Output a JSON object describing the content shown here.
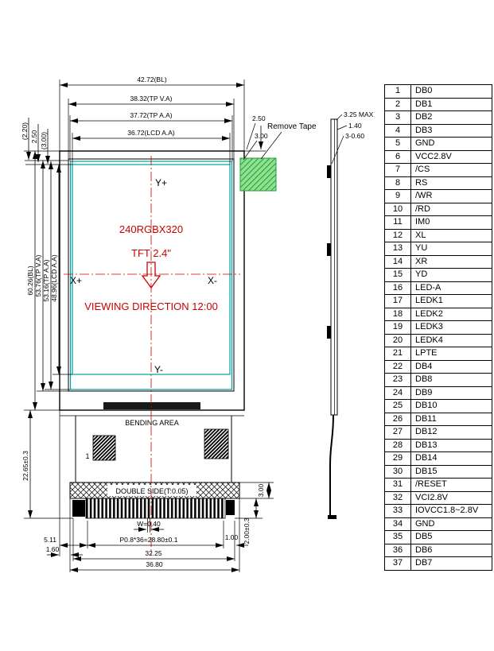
{
  "pin_table": {
    "rows": [
      {
        "pin": "1",
        "name": "DB0"
      },
      {
        "pin": "2",
        "name": "DB1"
      },
      {
        "pin": "3",
        "name": "DB2"
      },
      {
        "pin": "4",
        "name": "DB3"
      },
      {
        "pin": "5",
        "name": "GND"
      },
      {
        "pin": "6",
        "name": "VCC2.8V"
      },
      {
        "pin": "7",
        "name": "/CS"
      },
      {
        "pin": "8",
        "name": "RS"
      },
      {
        "pin": "9",
        "name": "/WR"
      },
      {
        "pin": "10",
        "name": "/RD"
      },
      {
        "pin": "11",
        "name": "IM0"
      },
      {
        "pin": "12",
        "name": "XL"
      },
      {
        "pin": "13",
        "name": "YU"
      },
      {
        "pin": "14",
        "name": "XR"
      },
      {
        "pin": "15",
        "name": "YD"
      },
      {
        "pin": "16",
        "name": "LED-A"
      },
      {
        "pin": "17",
        "name": "LEDK1"
      },
      {
        "pin": "18",
        "name": "LEDK2"
      },
      {
        "pin": "19",
        "name": "LEDK3"
      },
      {
        "pin": "20",
        "name": "LEDK4"
      },
      {
        "pin": "21",
        "name": "LPTE"
      },
      {
        "pin": "22",
        "name": "DB4"
      },
      {
        "pin": "23",
        "name": "DB8"
      },
      {
        "pin": "24",
        "name": "DB9"
      },
      {
        "pin": "25",
        "name": "DB10"
      },
      {
        "pin": "26",
        "name": "DB11"
      },
      {
        "pin": "27",
        "name": "DB12"
      },
      {
        "pin": "28",
        "name": "DB13"
      },
      {
        "pin": "29",
        "name": "DB14"
      },
      {
        "pin": "30",
        "name": "DB15"
      },
      {
        "pin": "31",
        "name": "/RESET"
      },
      {
        "pin": "32",
        "name": "VCI2.8V"
      },
      {
        "pin": "33",
        "name": "IOVCC1.8~2.8V"
      },
      {
        "pin": "34",
        "name": "GND"
      },
      {
        "pin": "35",
        "name": "DB5"
      },
      {
        "pin": "36",
        "name": "DB6"
      },
      {
        "pin": "37",
        "name": "DB7"
      }
    ]
  },
  "drawing": {
    "top_dims": [
      "42.72(BL)",
      "38.32(TP V.A)",
      "37.72(TP A.A)",
      "36.72(LCD A.A)"
    ],
    "left_gap_dims": [
      "(2.20)",
      "2.50",
      "(3.00)"
    ],
    "left_vert_dims": [
      "60.26(BL)",
      "53.76(TP V.A)",
      "53.16(TP A.A)",
      "48.96(LCD A.A)"
    ],
    "tail_dim": "22.65±0.3",
    "right_top_dims": [
      "2.50",
      "3.00"
    ],
    "remove_tape_label": "Remove Tape",
    "axes": {
      "y_plus": "Y+",
      "y_minus": "Y-",
      "x_plus": "X+",
      "x_minus": "X-"
    },
    "red_text": {
      "line1": "240RGBX320",
      "line2": "TFT 2.4\"",
      "line3": "VIEWING DIRECTION 12:00"
    },
    "bending_area": "BENDING AREA",
    "pad1_marker": "1",
    "double_side": "DOUBLE SIDE(T:0.05)",
    "bottom_dims": {
      "d511": "5.11",
      "d160": "1.60",
      "w040": "W=0.40",
      "pitch": "P0.8*36=28.80±0.1",
      "d100": "1.00",
      "d200": "2.00±0.3",
      "d300": "3.00",
      "d3225": "32.25",
      "d3680": "36.80"
    }
  },
  "side_view": {
    "dims": [
      "3.25 MAX",
      "1.40",
      "3-0.60"
    ]
  },
  "colors": {
    "red": "#cc0000",
    "teal": "#00a0a0",
    "green": "#22aa44"
  }
}
